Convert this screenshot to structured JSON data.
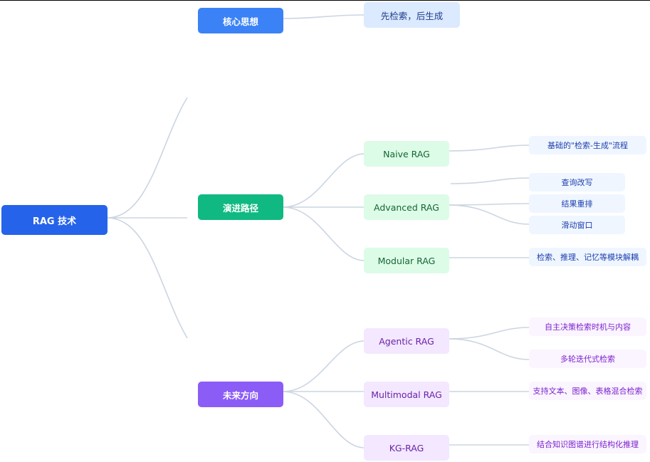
{
  "colors": {
    "root": "#2563eb",
    "branch_blue": "#3b82f6",
    "branch_green": "#10b981",
    "branch_purple": "#8b5cf6",
    "edge": "#cbd5e1"
  },
  "mindmap": {
    "root": "RAG 技术",
    "core": {
      "label": "核心思想",
      "child": "先检索，后生成"
    },
    "evolution": {
      "label": "演进路径",
      "naive": {
        "label": "Naive RAG",
        "detail": "基础的\"检索-生成\"流程"
      },
      "advanced": {
        "label": "Advanced RAG",
        "details": [
          "查询改写",
          "结果重排",
          "滑动窗口"
        ]
      },
      "modular": {
        "label": "Modular RAG",
        "detail": "检索、推理、记忆等模块解耦"
      }
    },
    "future": {
      "label": "未来方向",
      "agentic": {
        "label": "Agentic RAG",
        "details": [
          "自主决策检索时机与内容",
          "多轮迭代式检索"
        ]
      },
      "multimodal": {
        "label": "Multimodal RAG",
        "detail": "支持文本、图像、表格混合检索"
      },
      "kg": {
        "label": "KG-RAG",
        "detail": "结合知识图谱进行结构化推理"
      }
    }
  }
}
